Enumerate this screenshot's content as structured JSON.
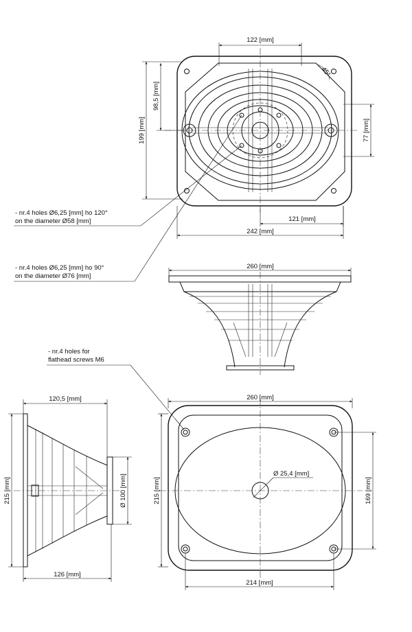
{
  "top_view": {
    "dim_122": "122 [mm]",
    "dim_45": "45°",
    "dim_98_5": "98,5 [mm]",
    "dim_199": "199 [mm]",
    "dim_77": "77 [mm]",
    "dim_121": "121 [mm]",
    "dim_242": "242 [mm]"
  },
  "notes": {
    "holes_120_line1": "- nr.4 holes  Ø6,25 [mm] ho 120°",
    "holes_120_line2": "on the diameter Ø58 [mm]",
    "holes_90_line1": "- nr.4 holes  Ø6,25 [mm] ho 90°",
    "holes_90_line2": "on the diameter Ø76 [mm]",
    "flathead_line1": "- nr.4 holes for",
    "flathead_line2": "flathead screws M6"
  },
  "front_side_view": {
    "dim_260": "260 [mm]"
  },
  "side_view": {
    "dim_120_5": "120,5 [mm]",
    "dim_215": "215 [mm]",
    "dim_100": "Ø 100 [mm]",
    "dim_126": "126 [mm]"
  },
  "bottom_view": {
    "dim_260": "260 [mm]",
    "dim_215": "215 [mm]",
    "dim_25_4": "Ø 25,4 [mm]",
    "dim_169": "169 [mm]",
    "dim_214": "214 [mm]"
  }
}
